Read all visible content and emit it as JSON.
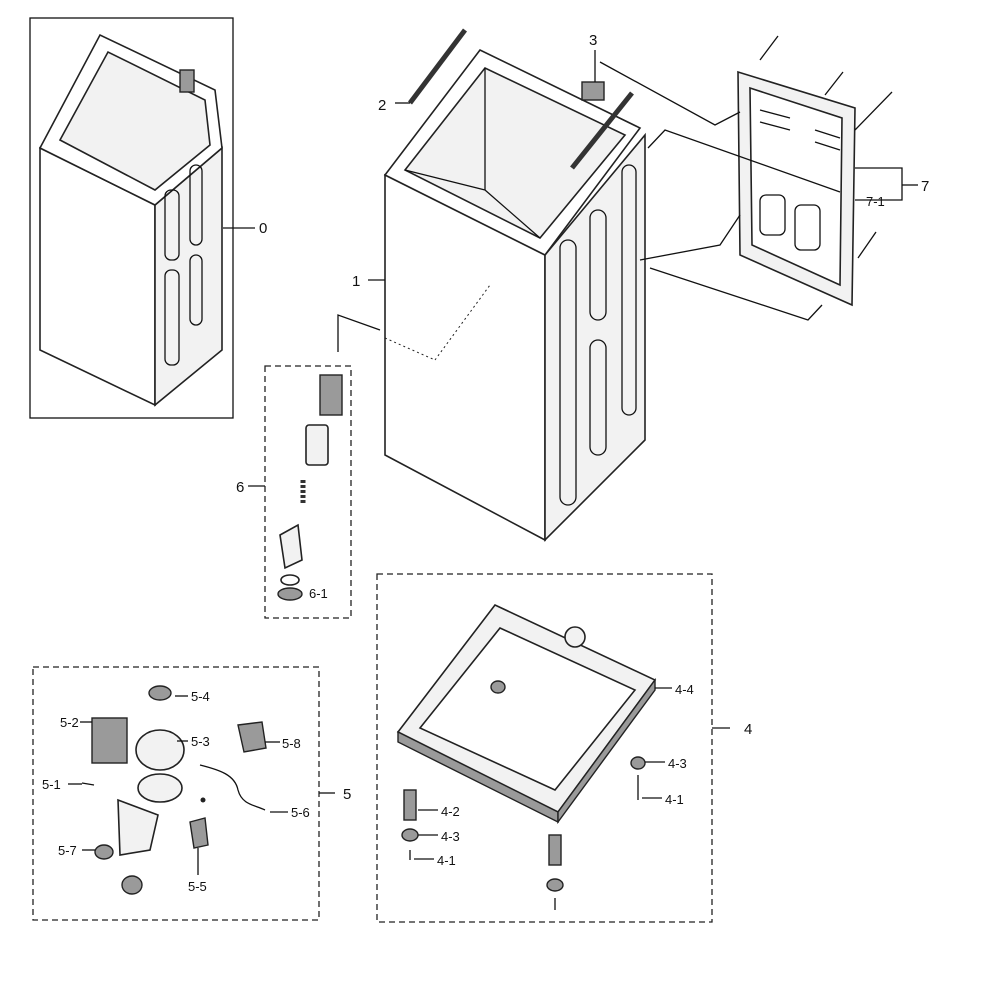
{
  "callouts": {
    "c0": "0",
    "c1": "1",
    "c2": "2",
    "c3": "3",
    "c4": "4",
    "c4_1a": "4-1",
    "c4_1b": "4-1",
    "c4_2": "4-2",
    "c4_3a": "4-3",
    "c4_3b": "4-3",
    "c4_4": "4-4",
    "c5": "5",
    "c5_1": "5-1",
    "c5_2": "5-2",
    "c5_3": "5-3",
    "c5_4": "5-4",
    "c5_5": "5-5",
    "c5_6": "5-6",
    "c5_7": "5-7",
    "c5_8": "5-8",
    "c6": "6",
    "c6_1": "6-1",
    "c7": "7",
    "c7_1": "7-1"
  },
  "colors": {
    "line": "#111111",
    "part_fill": "#f2f2f2",
    "shade": "#9a9a9a"
  }
}
